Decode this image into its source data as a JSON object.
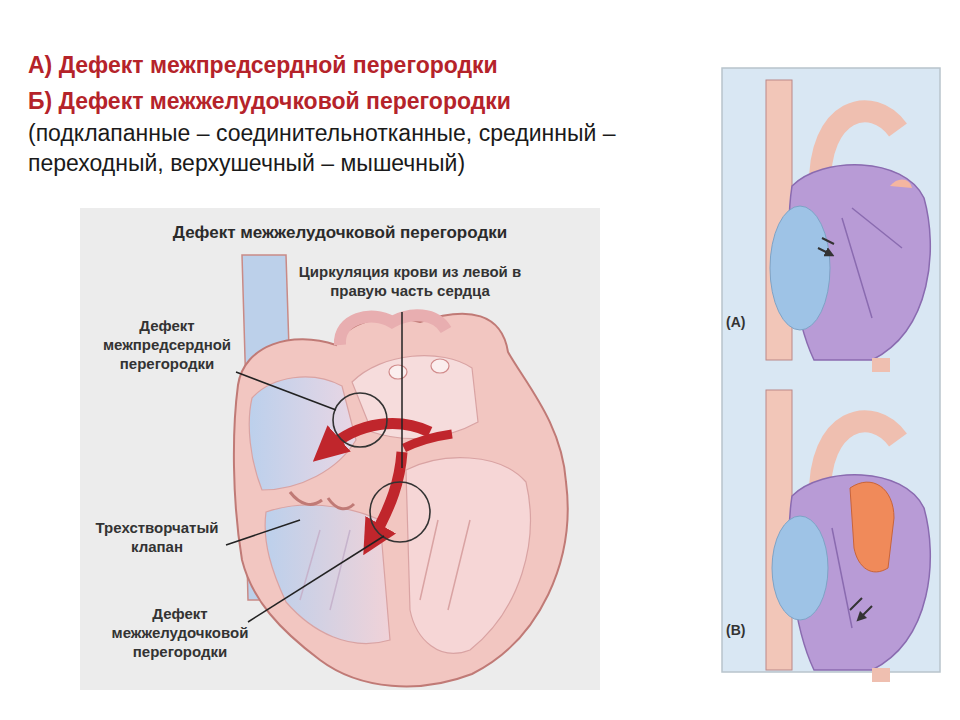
{
  "diagram": {
    "nodes": [
      {
        "text": [
          "Дефект межжелудочковой перегородки"
        ]
      },
      {
        "text": [
          "(A)",
          "(B)"
        ]
      }
    ],
    "labels": [
      "А) Дефект межпредсердной перегородки",
      "Б) Дефект межжелудочковой перегородки",
      "(подклапанные – соединительнотканные, срединный – переходный, верхушечный – мышечный)",
      "Циркуляция крови из левой в правую часть сердца",
      "Дефект межпредсердной перегородки",
      "Трехстворчатый клапан",
      "Дефект межжелудочковой перегородки"
    ]
  }
}
